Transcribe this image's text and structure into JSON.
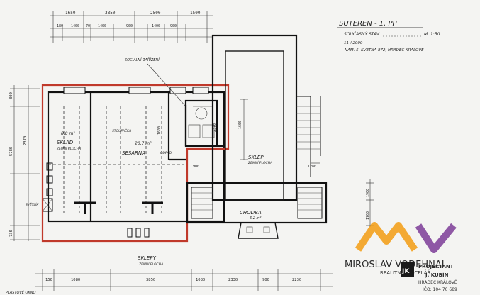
{
  "header": {
    "title": "SUTEREN - 1. PP",
    "line_stav": "SOUČASNÝ STAV",
    "scale": "M. 1:50",
    "date": "11 / 2000",
    "address": "NÁM. 5. KVĚTNA 872, HRADEC KRÁLOVÉ"
  },
  "rooms": {
    "sklad": "SKLAD",
    "sklad_sub": "ZEMNÍ PLOCHA",
    "sesarna": "SEŠARNA",
    "sklep": "SKLEP",
    "sklep_sub": "ZEMNÍ PLOCHA",
    "chodba": "CHODBA",
    "sklepy": "SKLEPY",
    "sklepy_sub": "ZEMNÍ PLOCHA",
    "zarizeni": "SOCIÁLNÍ ZAŘÍZENÍ",
    "odpad": "ODPAD",
    "chodba_area": "6,2 m²",
    "sklad_area": "8,0 m²",
    "sesarna_area": "20,7 m²"
  },
  "dimensions": {
    "top_row": [
      "1650",
      "3850",
      "2500",
      "1500"
    ],
    "top_row2": [
      "180",
      "1400",
      "70",
      "1400",
      "900",
      "1400",
      "900"
    ],
    "left_col": [
      "800",
      "2370",
      "5780",
      "730"
    ],
    "bottom_row": [
      "150",
      "1080",
      "3850",
      "1080",
      "2330",
      "900",
      "2230"
    ],
    "mid_marks": [
      "900",
      "1600",
      "1900",
      "1760",
      "1280",
      "2370",
      "1600"
    ]
  },
  "labels": {
    "svetlik": "SVĚTLÍK",
    "stoupacka": "STOUPAČKA",
    "bottom_note": "PLASTOVÉ OKNO"
  },
  "stamp": {
    "line1": "PROJEKTANT",
    "line2": "J. KUBÍN",
    "line3": "HRADEC KRÁLOVÉ",
    "line4": "IČO: 104 70 689",
    "mark": "JK"
  },
  "watermark": {
    "name": "MIROSLAV VODEHNAL",
    "sub": "REALITNÍ KANCELÁŘ",
    "logo_text": "MV"
  },
  "colors": {
    "outline_red": "#c0392b",
    "logo_orange": "#f39c12",
    "logo_purple": "#7d3c98",
    "ink": "#1a1a1a",
    "paper": "#f4f4f2"
  }
}
